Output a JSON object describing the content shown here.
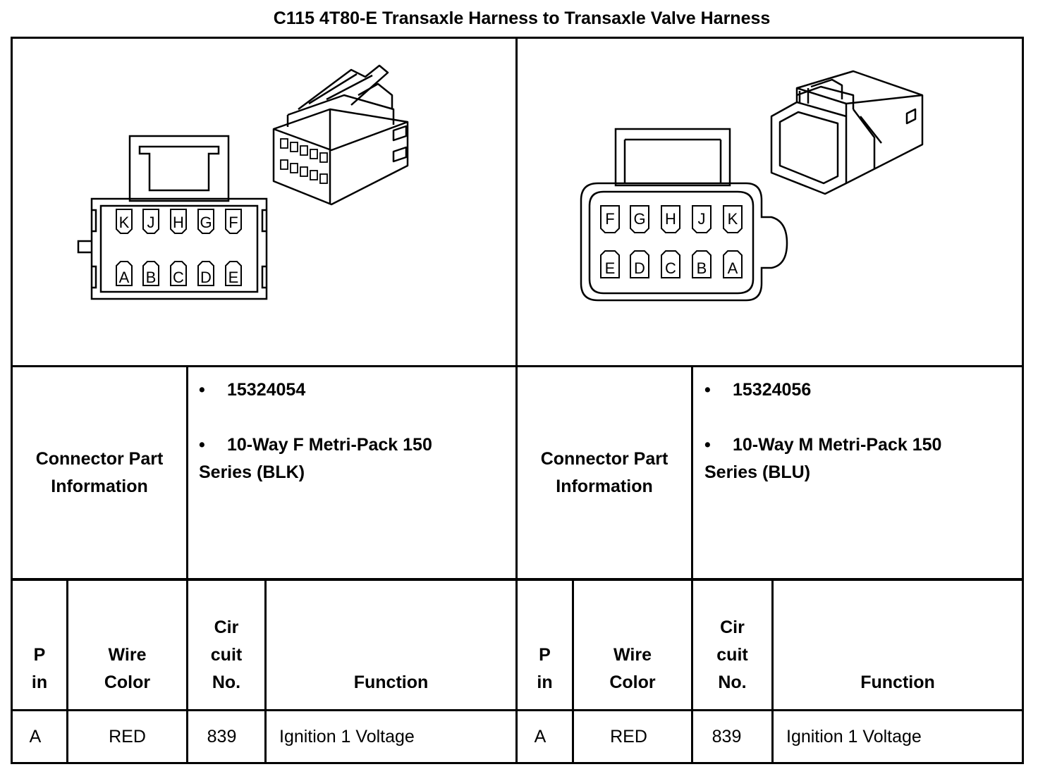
{
  "title": "C115 4T80-E Transaxle Harness to Transaxle Valve Harness",
  "left": {
    "info_label": "Connector Part Information",
    "part_number": "15324054",
    "description": "10-Way F Metri-Pack 150 Series (BLK)",
    "pins_top": [
      "K",
      "J",
      "H",
      "G",
      "F"
    ],
    "pins_bottom": [
      "A",
      "B",
      "C",
      "D",
      "E"
    ],
    "rows": [
      {
        "pin": "A",
        "wire_color": "RED",
        "circuit": "839",
        "function": "Ignition 1 Voltage"
      }
    ]
  },
  "right": {
    "info_label": "Connector Part Information",
    "part_number": "15324056",
    "description": "10-Way M Metri-Pack 150 Series (BLU)",
    "pins_top": [
      "F",
      "G",
      "H",
      "J",
      "K"
    ],
    "pins_bottom": [
      "E",
      "D",
      "C",
      "B",
      "A"
    ],
    "rows": [
      {
        "pin": "A",
        "wire_color": "RED",
        "circuit": "839",
        "function": "Ignition 1 Voltage"
      }
    ]
  },
  "headers": {
    "pin": [
      "P",
      "in"
    ],
    "wire_color": [
      "Wire",
      "Color"
    ],
    "circuit": [
      "Cir",
      "cuit",
      "No."
    ],
    "function": "Function"
  }
}
